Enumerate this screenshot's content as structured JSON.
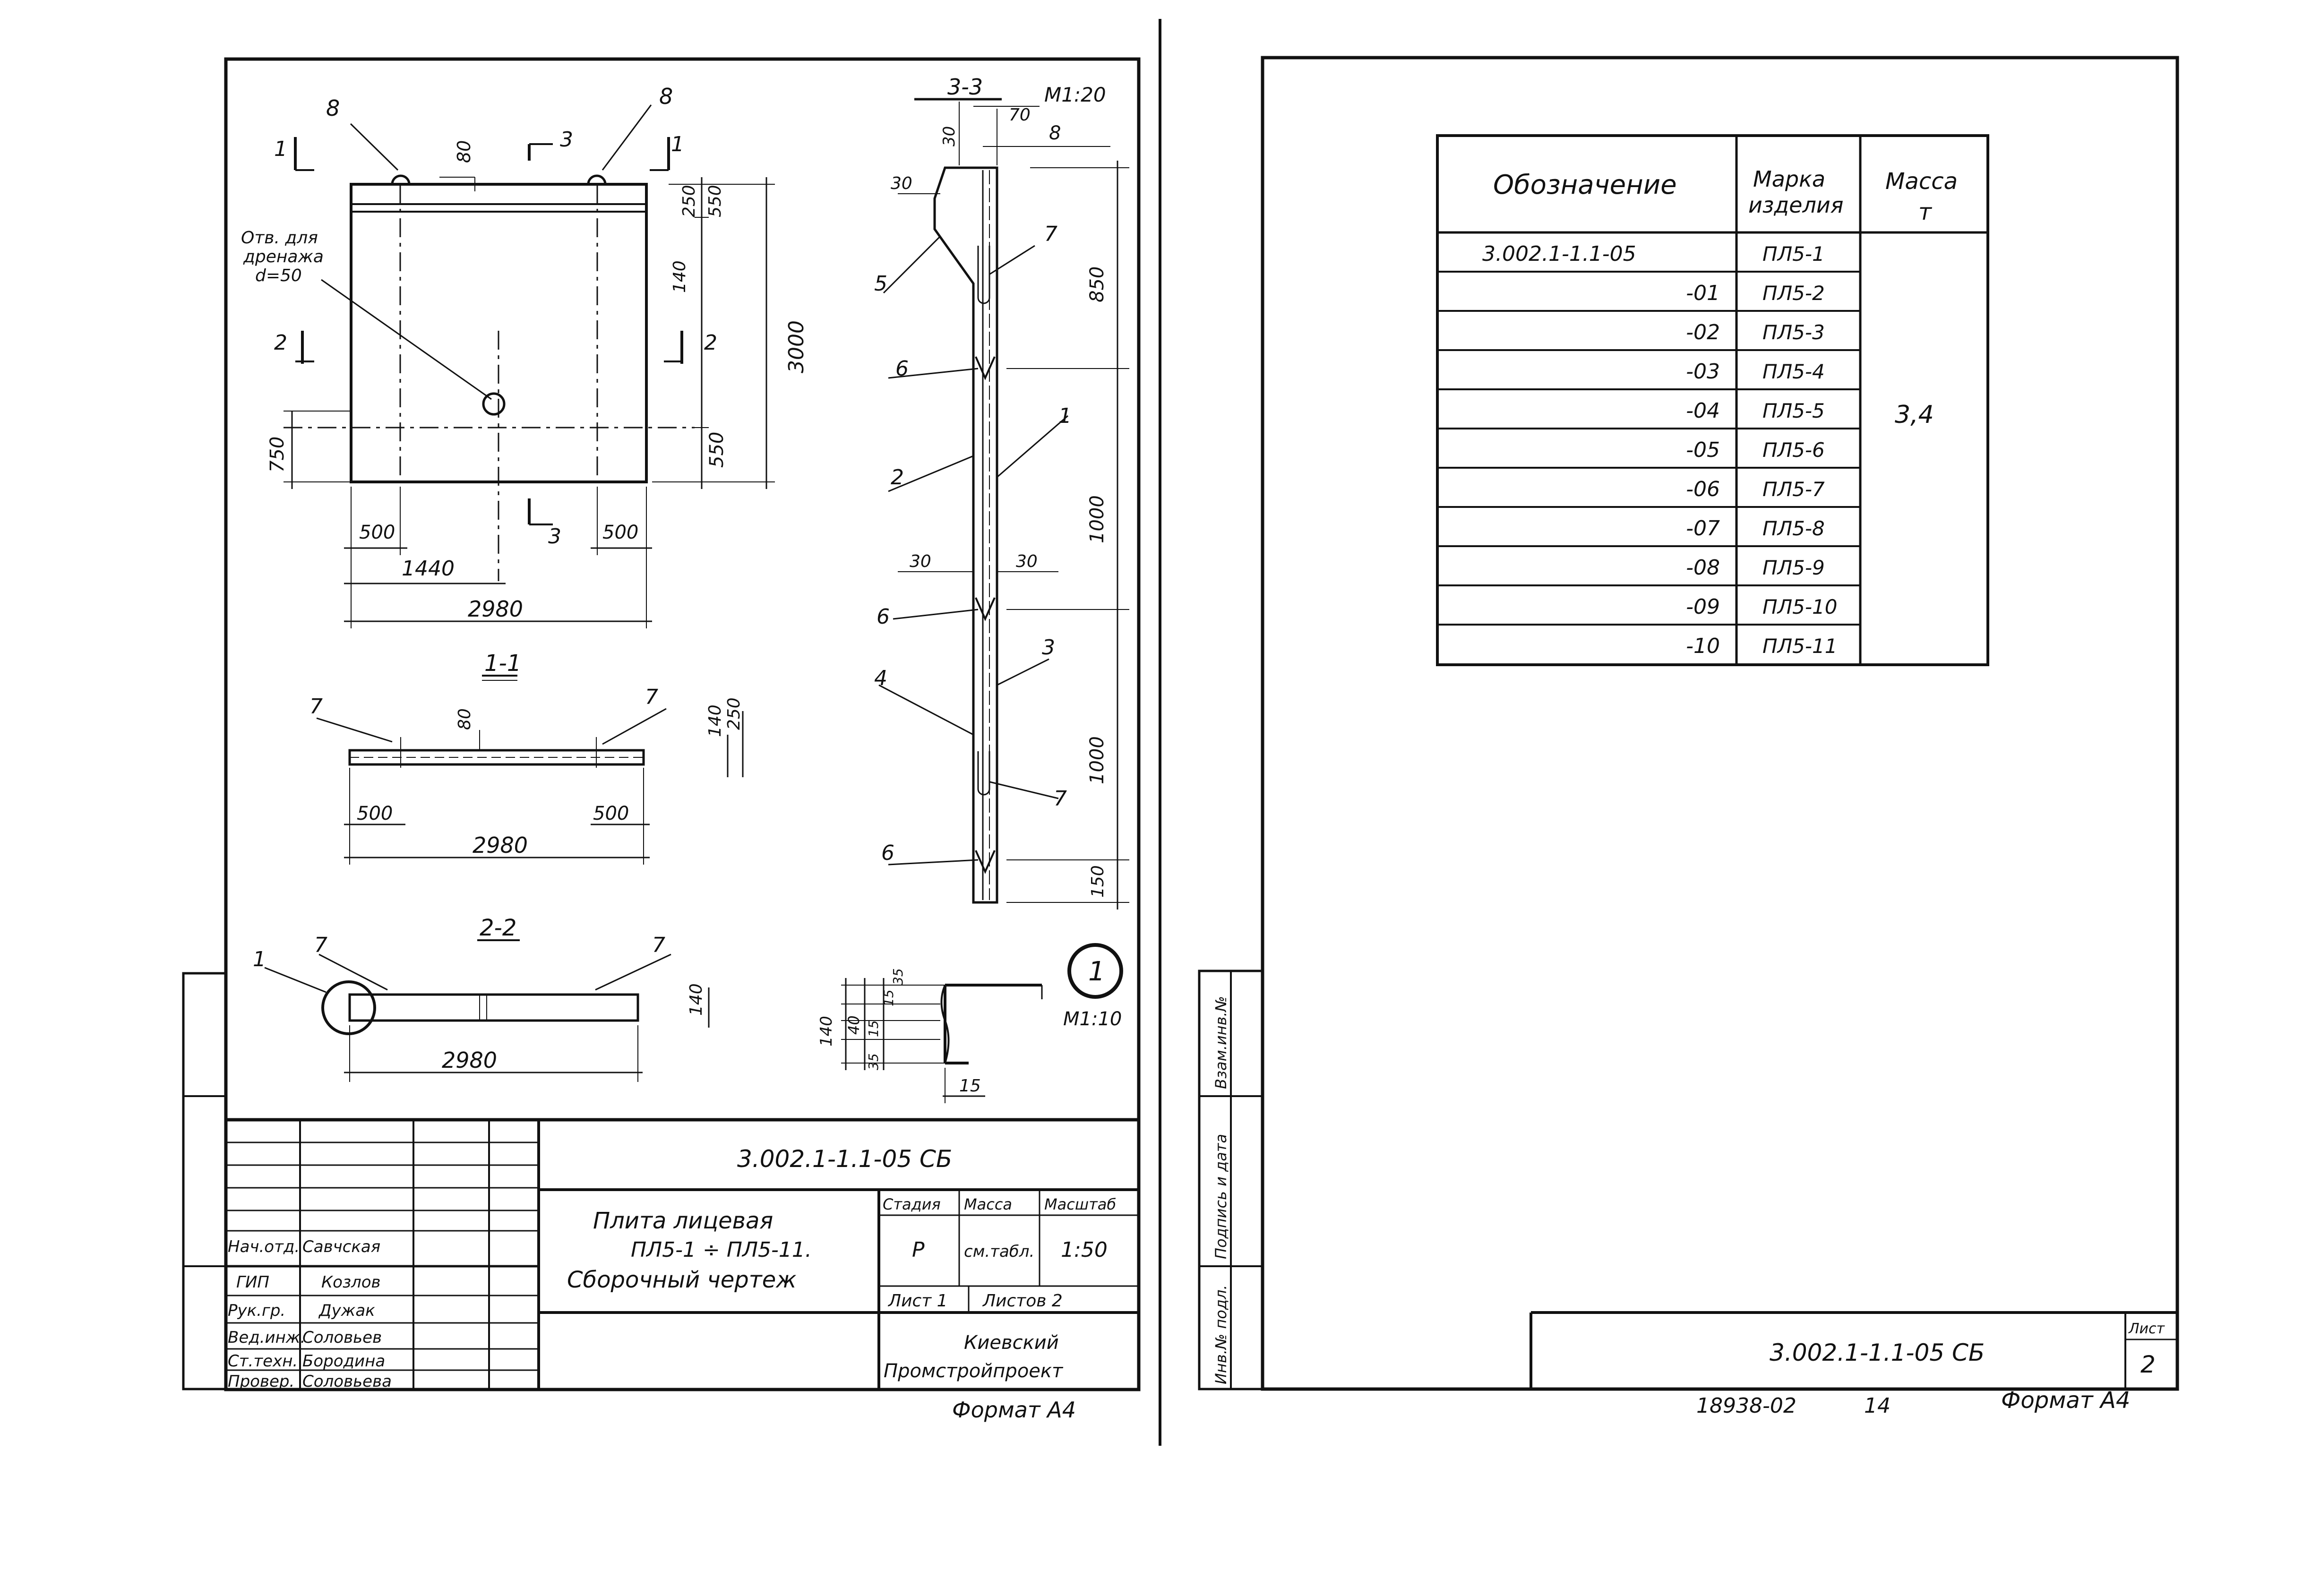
{
  "left_sheet": {
    "plan_labels": {
      "cut_1": "1",
      "cut_2": "2",
      "cut_3": "3",
      "item_8": "8",
      "hole_note": [
        "Отв. для",
        "дренажа",
        "d=50"
      ],
      "dim_80": "80",
      "dim_250": "250",
      "dim_550_top": "550",
      "dim_140": "140",
      "dim_3000": "3000",
      "dim_750": "750",
      "dim_550_bottom": "550",
      "dim_500_left": "500",
      "dim_500_right": "500",
      "dim_1440": "1440",
      "dim_2980": "2980"
    },
    "section_1_1": {
      "title": "1-1",
      "item_7": "7",
      "dim_80": "80",
      "dim_140": "140",
      "dim_250": "250",
      "dim_500_left": "500",
      "dim_500_right": "500",
      "dim_2980": "2980"
    },
    "section_2_2": {
      "title": "2-2",
      "item_1": "1",
      "item_7": "7",
      "dim_140": "140",
      "dim_2980": "2980"
    },
    "section_3_3": {
      "title": "3-3",
      "scale": "М1:20",
      "dim_30_top": "30",
      "dim_70": "70",
      "item_8": "8",
      "dim_30": "30",
      "item_5": "5",
      "item_7": "7",
      "dim_850": "850",
      "item_6": "6",
      "item_1": "1",
      "item_2": "2",
      "dim_1000_a": "1000",
      "dim_30_left": "30",
      "dim_30_right": "30",
      "item_3": "3",
      "item_4": "4",
      "dim_1000_b": "1000",
      "dim_150": "150"
    },
    "detail_1": {
      "number": "1",
      "scale": "М1:10",
      "dim_140": "140",
      "dim_40": "40",
      "dim_35_top": "35",
      "dim_15_top": "15",
      "dim_15_bottom": "15",
      "dim_35_bottom": "35",
      "dim_15_width": "15"
    },
    "title_block": {
      "doc_code": "3.002.1-1.1-05 СБ",
      "title": [
        "Плита лицевая",
        "ПЛ5-1 ÷ ПЛ5-11.",
        "Сборочный чертеж"
      ],
      "stage_label": "Стадия",
      "mass_label": "Масса",
      "scale_label": "Масштаб",
      "stage": "Р",
      "mass": "см.табл.",
      "scale": "1:50",
      "sheet": "Лист 1",
      "sheets": "Листов 2",
      "org": [
        "Киевский",
        "Промстройпроект"
      ],
      "people": [
        {
          "role": "Нач.отд.",
          "name": "Савчская"
        },
        {
          "role": "ГИП",
          "name": "Козлов"
        },
        {
          "role": "Рук.гр.",
          "name": "Дужак"
        },
        {
          "role": "Вед.инж.",
          "name": "Соловьев"
        },
        {
          "role": "Ст.техн.",
          "name": "Бородина"
        },
        {
          "role": "Провер.",
          "name": "Соловьева"
        }
      ]
    },
    "format": "Формат А4"
  },
  "right_sheet": {
    "table": {
      "headers": {
        "designation": "Обозначение",
        "mark": [
          "Марка",
          "изделия"
        ],
        "mass": [
          "Масса",
          "т"
        ]
      },
      "rows": [
        {
          "designation": "3.002.1-1.1-05",
          "mark": "ПЛ5-1"
        },
        {
          "designation": "-01",
          "mark": "ПЛ5-2"
        },
        {
          "designation": "-02",
          "mark": "ПЛ5-3"
        },
        {
          "designation": "-03",
          "mark": "ПЛ5-4"
        },
        {
          "designation": "-04",
          "mark": "ПЛ5-5"
        },
        {
          "designation": "-05",
          "mark": "ПЛ5-6"
        },
        {
          "designation": "-06",
          "mark": "ПЛ5-7"
        },
        {
          "designation": "-07",
          "mark": "ПЛ5-8"
        },
        {
          "designation": "-08",
          "mark": "ПЛ5-9"
        },
        {
          "designation": "-09",
          "mark": "ПЛ5-10"
        },
        {
          "designation": "-10",
          "mark": "ПЛ5-11"
        }
      ],
      "mass_value": "3,4"
    },
    "side_stamp": [
      "Инв.№ подл.",
      "Подпись и дата",
      "Взам.инв.№"
    ],
    "doc_code": "3.002.1-1.1-05 СБ",
    "sheet_label": "Лист",
    "sheet_number": "2",
    "footer_code": "18938-02",
    "footer_page": "14",
    "format": "Формат А4"
  }
}
